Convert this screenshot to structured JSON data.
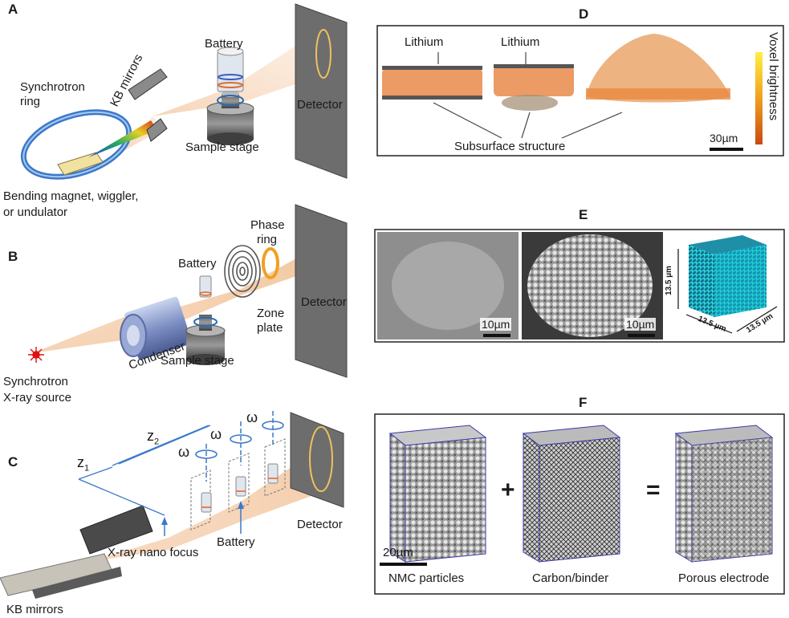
{
  "panels": {
    "A": {
      "letter": "A",
      "synchrotron": "Synchrotron",
      "ring": "ring",
      "kb": "KB mirrors",
      "battery": "Battery",
      "detector": "Detector",
      "stage": "Sample stage",
      "magnet_line1": "Bending magnet, wiggler,",
      "magnet_line2": "or undulator"
    },
    "B": {
      "letter": "B",
      "phase1": "Phase",
      "phase2": "ring",
      "battery": "Battery",
      "detector": "Detector",
      "zone1": "Zone",
      "zone2": "plate",
      "condenser": "Condenser",
      "stage": "Sample stage",
      "source1": "Synchrotron",
      "source2": "X-ray source"
    },
    "C": {
      "letter": "C",
      "z": "z",
      "z2_sub": "2",
      "z1_sub": "1",
      "omega": "ω",
      "detector": "Detector",
      "battery": "Battery",
      "focus": "X-ray nano focus",
      "kb": "KB mirrors"
    },
    "D": {
      "letter": "D",
      "lithium1": "Lithium",
      "lithium2": "Lithium",
      "subsurface": "Subsurface structure",
      "scale": "30µm",
      "colorbar": "Voxel brightness"
    },
    "E": {
      "letter": "E",
      "scale1": "10µm",
      "scale2": "10µm",
      "dim1": "13.5 µm",
      "dim2": "13.5 µm",
      "dim3": "13.5 µm"
    },
    "F": {
      "letter": "F",
      "plus": "+",
      "equals": "=",
      "scale": "20µm",
      "nmc": "NMC particles",
      "carbon": "Carbon/binder",
      "porous": "Porous electrode"
    }
  },
  "colors": {
    "beam": "#f2c9a0",
    "ring": "#3b79c9",
    "cyan": "#18c0d8",
    "frame": "#3a3aa8"
  }
}
